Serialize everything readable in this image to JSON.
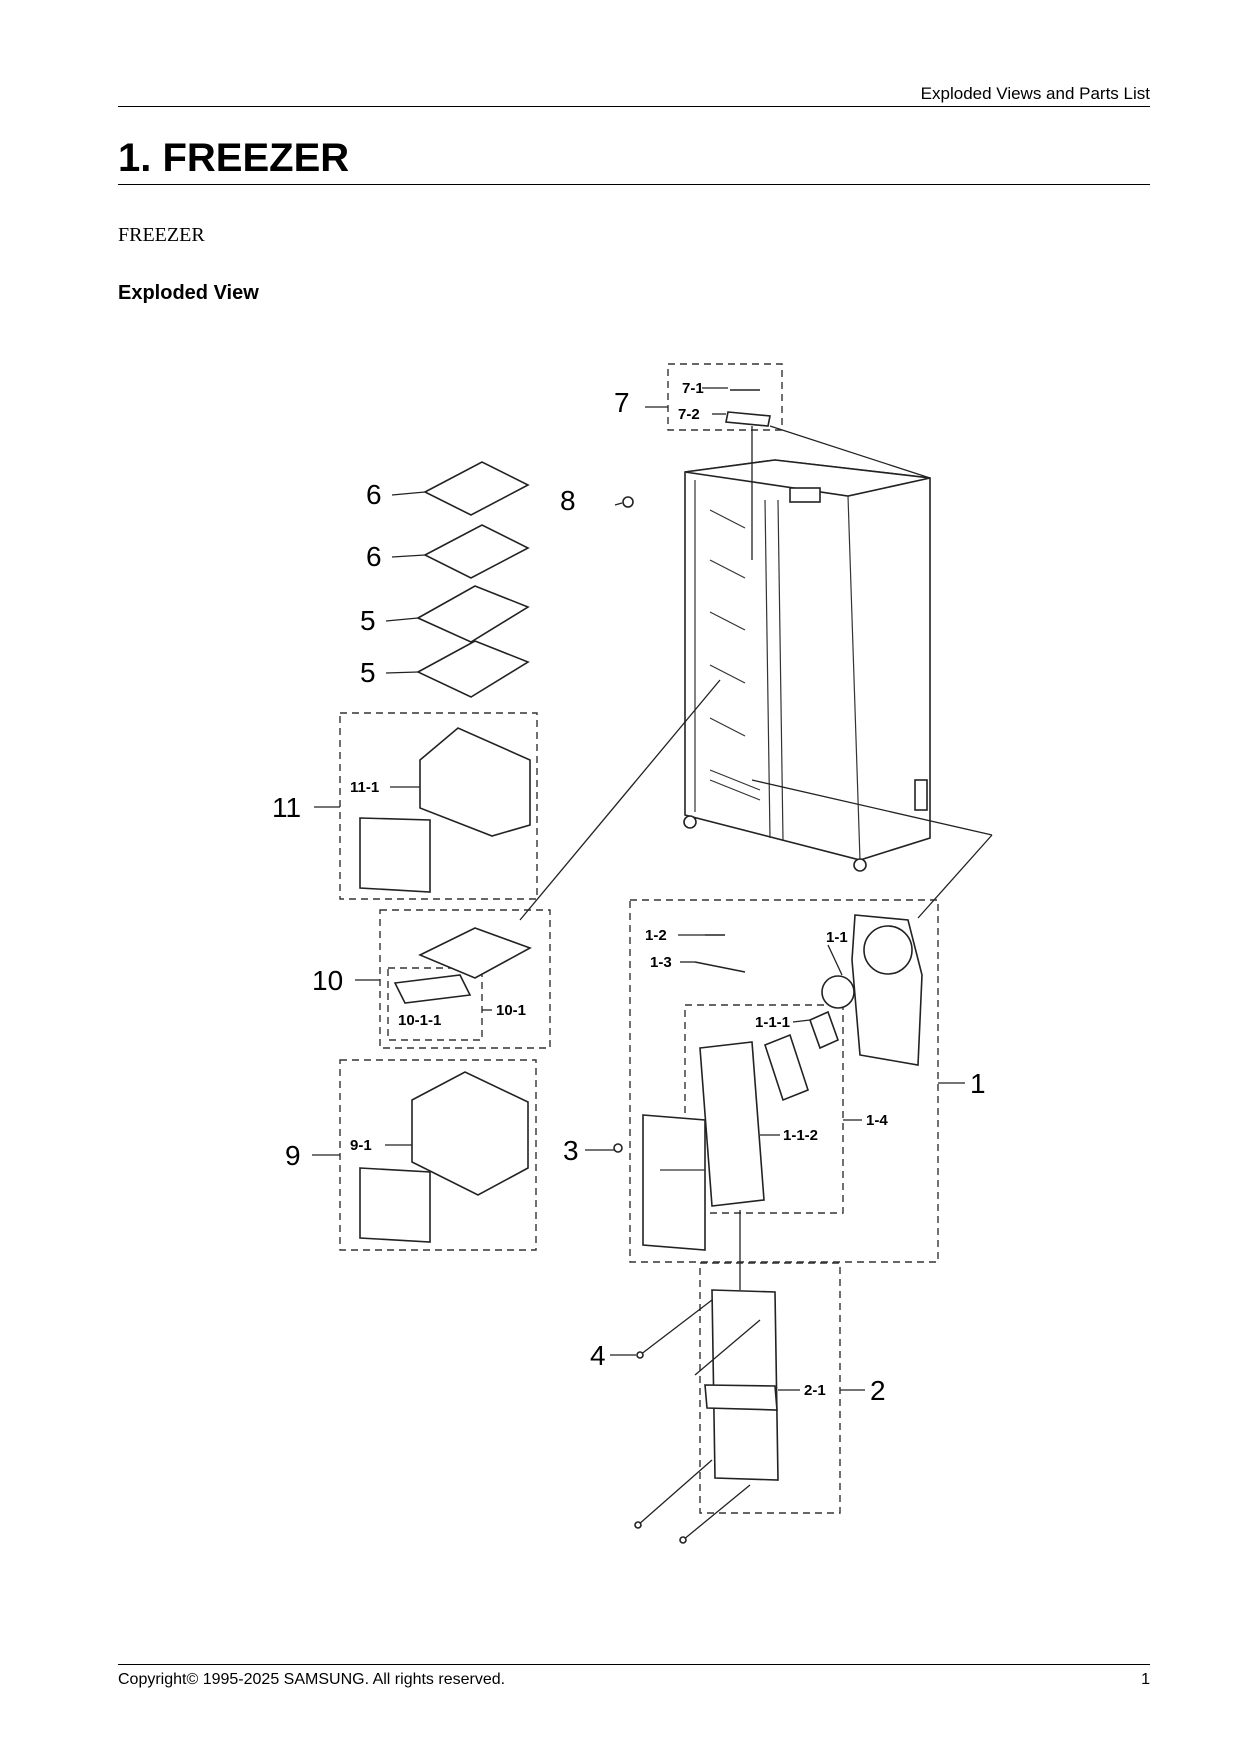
{
  "header": {
    "section_title": "Exploded Views and Parts List"
  },
  "title": "1.  FREEZER",
  "subtitle": "FREEZER",
  "section_heading": "Exploded View",
  "diagram": {
    "labels": [
      "7",
      "7-1",
      "7-2",
      "8",
      "6",
      "6",
      "5",
      "5",
      "11",
      "11-1",
      "10",
      "10-1",
      "10-1-1",
      "9",
      "9-1",
      "1",
      "1-1",
      "1-2",
      "1-3",
      "1-1-1",
      "1-1-2",
      "1-4",
      "3",
      "4",
      "2",
      "2-1"
    ]
  },
  "footer": {
    "copyright": "Copyright© 1995-2025 SAMSUNG. All rights reserved.",
    "page_number": "1"
  }
}
